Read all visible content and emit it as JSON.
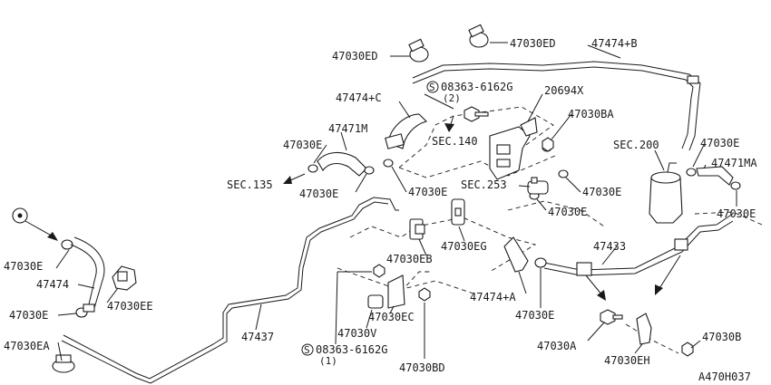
{
  "diagram_id": "A470H037",
  "sec_codes": {
    "sec_140": "SEC.140",
    "sec_135": "SEC.135",
    "sec_200": "SEC.200",
    "sec_253": "SEC.253"
  },
  "bolt_mark": "S",
  "bolt_top": {
    "number": "08363-6162G",
    "qty": "(2)"
  },
  "bolt_bottom": {
    "number": "08363-6162G",
    "qty": "(1)"
  },
  "parts": {
    "p_47030ED": "47030ED",
    "p_47474B": "47474+B",
    "p_47474C": "47474+C",
    "p_20694X": "20694X",
    "p_47471M": "47471M",
    "p_47030BA": "47030BA",
    "p_47030E": "47030E",
    "p_47471MA": "47471MA",
    "p_47030EG": "47030EG",
    "p_47433": "47433",
    "p_47030EB": "47030EB",
    "p_47474": "47474",
    "p_47030EE": "47030EE",
    "p_47474A": "47474+A",
    "p_47030EA": "47030EA",
    "p_47437": "47437",
    "p_47030EC": "47030EC",
    "p_47030V": "47030V",
    "p_47030A": "47030A",
    "p_47030B": "47030B",
    "p_47030EH": "47030EH",
    "p_47030BD": "47030BD"
  }
}
